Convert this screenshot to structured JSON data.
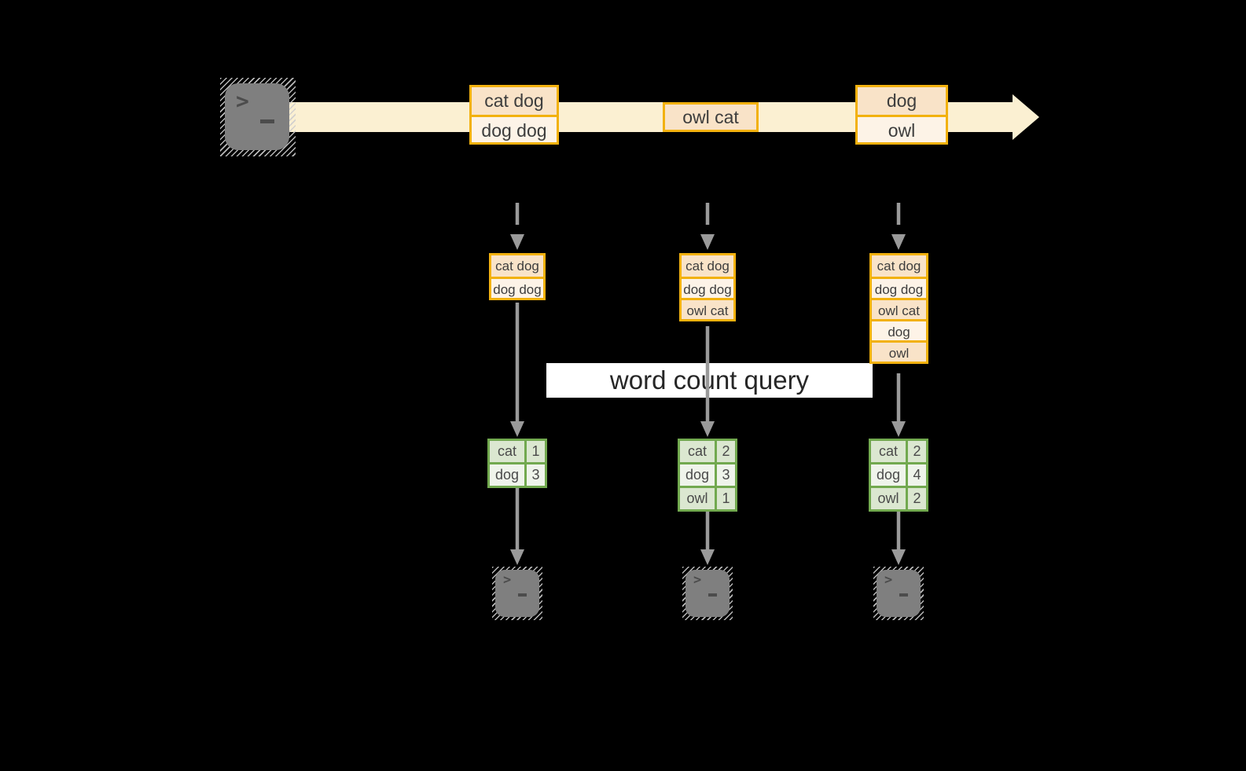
{
  "colors": {
    "background": "#000000",
    "timeline_band": "#FBF0D2",
    "gold_border": "#F2B10E",
    "cell_peach": "#F9E3C8",
    "cell_cream": "#FDF3E7",
    "green_border": "#72A94F",
    "green_row_dark": "#DBE7D0",
    "green_row_light": "#EFF4EB",
    "arrow_gray": "#9A9A9A",
    "terminal_gray": "#7F7F7F",
    "banner_background": "#FFFFFF",
    "text_dark": "#3D3D3D"
  },
  "icons": {
    "terminal_prompt_char": ">"
  },
  "stream": {
    "events": [
      {
        "lines": [
          "cat dog",
          "dog dog"
        ]
      },
      {
        "lines": [
          "owl cat"
        ]
      },
      {
        "lines": [
          "dog",
          "owl"
        ]
      }
    ]
  },
  "batches": [
    {
      "rows": [
        "cat dog",
        "dog dog"
      ]
    },
    {
      "rows": [
        "cat dog",
        "dog dog",
        "owl cat"
      ]
    },
    {
      "rows": [
        "cat dog",
        "dog dog",
        "owl cat",
        "dog",
        "owl"
      ]
    }
  ],
  "query": {
    "label": "word count query"
  },
  "results": [
    {
      "rows": [
        {
          "word": "cat",
          "count": "1"
        },
        {
          "word": "dog",
          "count": "3"
        }
      ]
    },
    {
      "rows": [
        {
          "word": "cat",
          "count": "2"
        },
        {
          "word": "dog",
          "count": "3"
        },
        {
          "word": "owl",
          "count": "1"
        }
      ]
    },
    {
      "rows": [
        {
          "word": "cat",
          "count": "2"
        },
        {
          "word": "dog",
          "count": "4"
        },
        {
          "word": "owl",
          "count": "2"
        }
      ]
    }
  ]
}
